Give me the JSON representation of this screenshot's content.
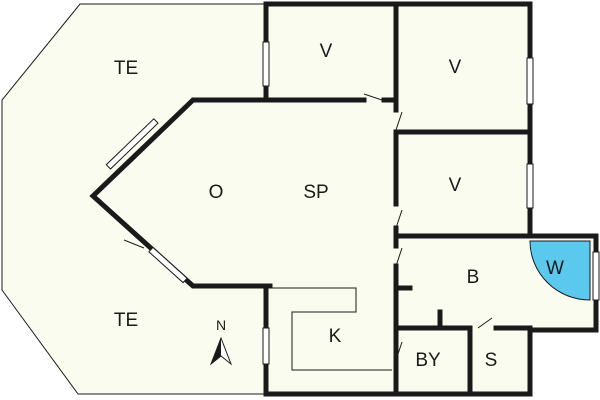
{
  "plan": {
    "colors": {
      "floor": "#fbfcf0",
      "wall": "#1a1a1a",
      "wardrobe": "#5bc8ee",
      "background": "#ffffff"
    },
    "rooms": [
      {
        "id": "terrace-top",
        "label": "TE"
      },
      {
        "id": "terrace-bottom",
        "label": "TE"
      },
      {
        "id": "bedroom-1",
        "label": "V"
      },
      {
        "id": "bedroom-2",
        "label": "V"
      },
      {
        "id": "bedroom-3",
        "label": "V"
      },
      {
        "id": "living",
        "label": "O"
      },
      {
        "id": "dining",
        "label": "SP"
      },
      {
        "id": "kitchen",
        "label": "K"
      },
      {
        "id": "bathroom",
        "label": "B"
      },
      {
        "id": "wardrobe",
        "label": "W"
      },
      {
        "id": "utility",
        "label": "BY"
      },
      {
        "id": "storage",
        "label": "S"
      }
    ],
    "north": {
      "label": "N",
      "icon": "north-arrow-icon"
    }
  }
}
